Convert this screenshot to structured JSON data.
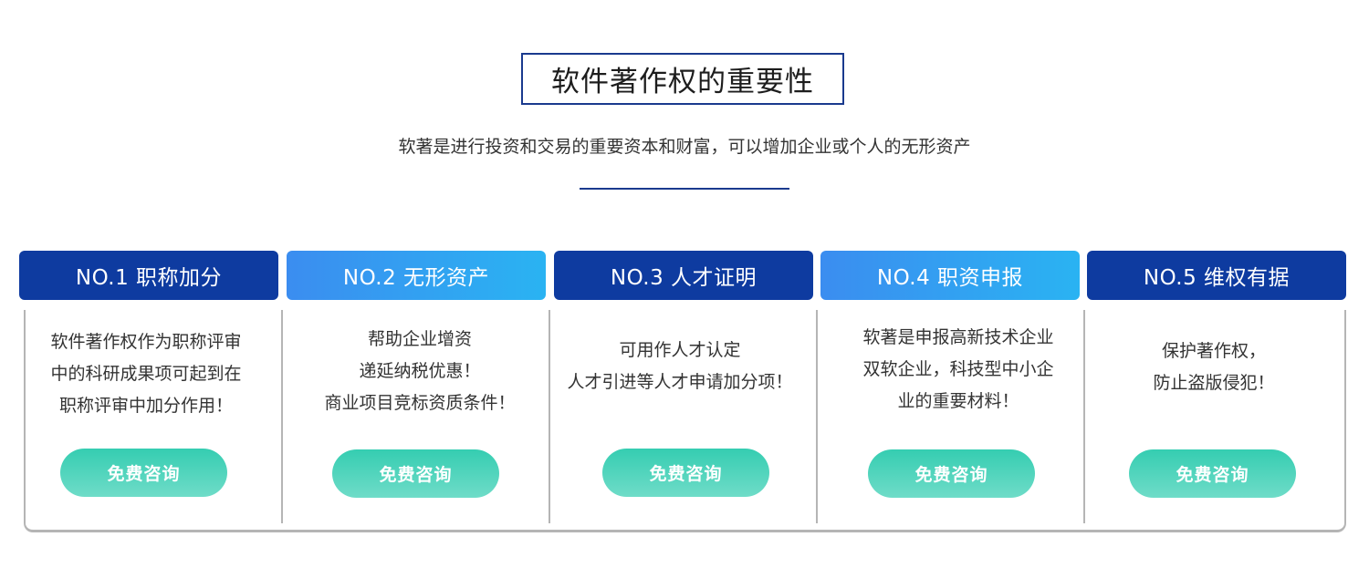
{
  "title": "软件著作权的重要性",
  "subtitle": "软著是进行投资和交易的重要资本和财富，可以增加企业或个人的无形资产",
  "cards": [
    {
      "header": "NO.1  职称加分",
      "lines": [
        "软件著作权作为职称评审",
        "中的科研成果项可起到在",
        "职称评审中加分作用！"
      ],
      "button": "免费咨询"
    },
    {
      "header": "NO.2  无形资产",
      "lines": [
        "帮助企业增资",
        "递延纳税优惠！",
        "商业项目竞标资质条件！"
      ],
      "button": "免费咨询"
    },
    {
      "header": "NO.3  人才证明",
      "lines": [
        "可用作人才认定",
        "人才引进等人才申请加分项！"
      ],
      "button": "免费咨询"
    },
    {
      "header": "NO.4  职资申报",
      "lines": [
        "软著是申报高新技术企业",
        "双软企业，科技型中小企",
        "业的重要材料！"
      ],
      "button": "免费咨询"
    },
    {
      "header": "NO.5  维权有据",
      "lines": [
        "保护著作权，",
        "防止盗版侵犯！"
      ],
      "button": "免费咨询"
    }
  ],
  "colors": {
    "header_dark": "#0e3ba0",
    "header_light": "#2ab3f2",
    "button": "#35cdb1",
    "border": "#b5b5b5",
    "accent": "#1a3a8e"
  }
}
